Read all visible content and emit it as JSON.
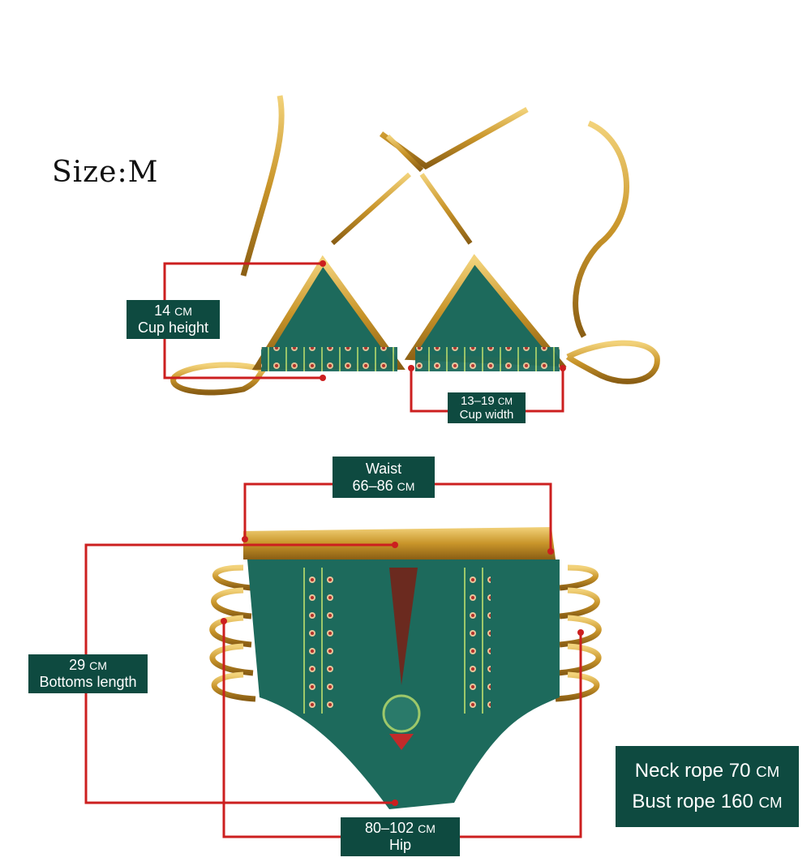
{
  "size_label": "Size:M",
  "top": {
    "cup_height": {
      "value": "14",
      "unit": "CM",
      "label": "Cup height"
    },
    "cup_width": {
      "value": "13–19",
      "unit": "CM",
      "label": "Cup width"
    }
  },
  "bottoms": {
    "waist": {
      "label": "Waist",
      "value": "66–86",
      "unit": "CM"
    },
    "length": {
      "value": "29",
      "unit": "CM",
      "label": "Bottoms length"
    },
    "hip": {
      "value": "80–102",
      "unit": "CM",
      "label": "Hip"
    }
  },
  "ropes": {
    "neck": {
      "label": "Neck rope 70",
      "unit": "CM"
    },
    "bust": {
      "label": "Bust rope 160",
      "unit": "CM"
    }
  },
  "colors": {
    "badge": "#0e4a40",
    "measure_line": "#cc1f1f",
    "fabric": "#1d6a5c",
    "gold": "#c9952a"
  }
}
